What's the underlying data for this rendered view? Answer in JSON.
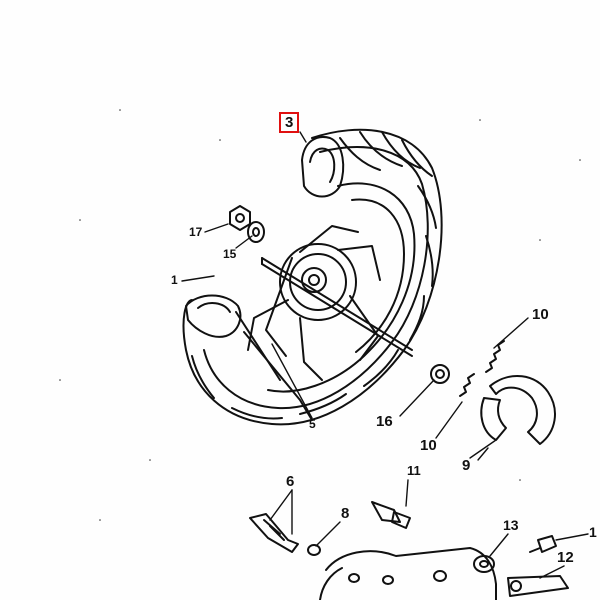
{
  "diagram": {
    "line_color": "#111111",
    "highlight_color": "#e01010",
    "callouts": [
      {
        "id": "c3",
        "text": "3",
        "highlighted": true
      },
      {
        "id": "c17",
        "text": "17",
        "highlighted": false
      },
      {
        "id": "c15",
        "text": "15",
        "highlighted": false
      },
      {
        "id": "c1a",
        "text": "1",
        "highlighted": false
      },
      {
        "id": "c5",
        "text": "5",
        "highlighted": false
      },
      {
        "id": "c10a",
        "text": "10",
        "highlighted": false
      },
      {
        "id": "c16",
        "text": "16",
        "highlighted": false
      },
      {
        "id": "c10b",
        "text": "10",
        "highlighted": false
      },
      {
        "id": "c9",
        "text": "9",
        "highlighted": false
      },
      {
        "id": "c11",
        "text": "11",
        "highlighted": false
      },
      {
        "id": "c6",
        "text": "6",
        "highlighted": false
      },
      {
        "id": "c8",
        "text": "8",
        "highlighted": false
      },
      {
        "id": "c13",
        "text": "13",
        "highlighted": false
      },
      {
        "id": "c1b",
        "text": "1",
        "highlighted": false
      },
      {
        "id": "c12",
        "text": "12",
        "highlighted": false
      }
    ]
  }
}
